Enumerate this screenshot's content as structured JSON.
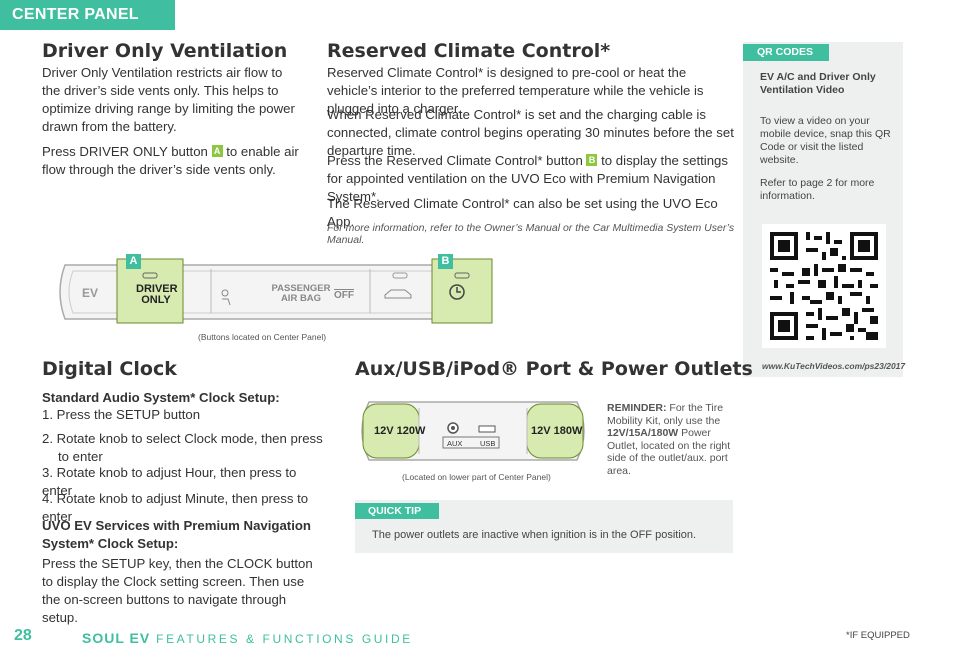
{
  "header": {
    "section_tab": "CENTER PANEL"
  },
  "driver_only": {
    "title": "Driver Only Ventilation",
    "body1": "Driver Only Ventilation restricts air flow to the driver’s side vents only. This helps to optimize driving range by limiting the power drawn from the battery.",
    "body2_pre": "Press DRIVER ONLY button ",
    "body2_badge": "A",
    "body2_post": " to enable air flow through the driver’s side vents only."
  },
  "reserved": {
    "title": "Reserved Climate Control*",
    "p1": "Reserved Climate Control* is designed to pre-cool or heat the vehicle’s interior to the preferred temperature while the vehicle is plugged into a charger.",
    "p2": "When Reserved Climate Control* is set and the charging cable is connected, climate control begins operating 30 minutes before the set departure time.",
    "p3_pre": "Press the Reserved Climate Control* button ",
    "p3_badge": "B",
    "p3_post": " to display the settings for appointed ventilation on the UVO Eco with Premium Navigation System*.",
    "p4": "The Reserved Climate Control* can also be set using the UVO Eco App.",
    "note": "For more information, refer to the Owner’s Manual or the Car Multimedia System User’s Manual."
  },
  "qr": {
    "header": "QR CODES",
    "title": "EV A/C and Driver Only Ventilation Video",
    "text1": "To view a video on your mobile device, snap this QR Code or visit the listed website.",
    "text2": "Refer to page 2 for more information.",
    "url": "www.KuTechVideos.com/ps23/2017"
  },
  "panel": {
    "label_a": "A",
    "label_b": "B",
    "ev": "EV",
    "driver_only_btn": "DRIVER ONLY",
    "passenger_airbag": "PASSENGER AIR BAG",
    "off": "OFF",
    "caption": "(Buttons located on Center Panel)"
  },
  "clock": {
    "title": "Digital Clock",
    "sub1": "Standard Audio System* Clock Setup:",
    "steps": [
      "1. Press the SETUP button",
      "2. Rotate knob to select Clock mode, then press to enter",
      "3. Rotate knob to adjust Hour, then press to enter",
      "4. Rotate knob to adjust Minute, then press to enter"
    ],
    "sub2": "UVO EV Services with Premium Navigation System* Clock Setup:",
    "body": "Press the SETUP key, then the CLOCK button to display the Clock setting screen. Then use the on-screen buttons to navigate through setup."
  },
  "aux": {
    "title": "Aux/USB/iPod® Port & Power Outlets",
    "outlet_left": "12V 120W",
    "outlet_right": "12V 180W",
    "aux_label": "AUX",
    "usb_label": "USB",
    "caption": "(Located on lower part of Center Panel)",
    "reminder_label": "REMINDER:",
    "reminder_pre": " For the Tire Mobility Kit, only use the ",
    "reminder_bold": "12V/15A/180W",
    "reminder_post": " Power Outlet, located on the right side of the outlet/aux. port area."
  },
  "tip": {
    "label": "QUICK TIP",
    "text": "The power outlets are inactive when ignition is in the OFF position."
  },
  "footer": {
    "page": "28",
    "guide_model": "SOUL EV",
    "guide_rest": "FEATURES & FUNCTIONS GUIDE",
    "equipped": "*IF EQUIPPED"
  }
}
